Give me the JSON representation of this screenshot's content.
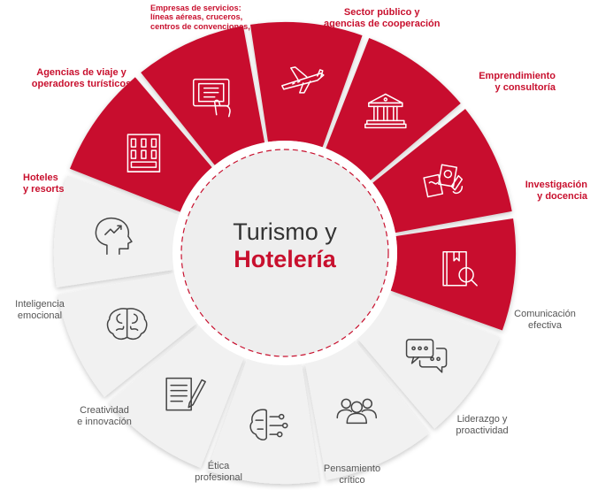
{
  "colors": {
    "accent": "#c8102e",
    "segment_light": "#f1f1f1",
    "text_dark": "#333333",
    "text_gray": "#555555"
  },
  "center": {
    "line1": "Turismo y",
    "line2": "Hotelería"
  },
  "segments": [
    {
      "id": "servicios",
      "tone": "red",
      "icon": "airplane-icon",
      "label": [
        "Empresas de servicios:",
        "líneas aéreas, cruceros,",
        "centros de convenciones, etc."
      ]
    },
    {
      "id": "sector-publico",
      "tone": "red",
      "icon": "government-building-icon",
      "label": [
        "Sector público y",
        "agencias de cooperación"
      ]
    },
    {
      "id": "emprendimiento",
      "tone": "red",
      "icon": "ideas-documents-icon",
      "label": [
        "Emprendimiento",
        "y consultoría"
      ]
    },
    {
      "id": "investigacion",
      "tone": "red",
      "icon": "book-magnifier-icon",
      "label": [
        "Investigación",
        "y docencia"
      ]
    },
    {
      "id": "comunicacion",
      "tone": "gray",
      "icon": "chat-bubbles-icon",
      "label": [
        "Comunicación",
        "efectiva"
      ]
    },
    {
      "id": "liderazgo",
      "tone": "gray",
      "icon": "team-people-icon",
      "label": [
        "Liderazgo y",
        "proactividad"
      ]
    },
    {
      "id": "pensamiento",
      "tone": "gray",
      "icon": "brain-circuit-icon",
      "label": [
        "Pensamiento",
        "crítico"
      ]
    },
    {
      "id": "etica",
      "tone": "gray",
      "icon": "document-pen-icon",
      "label": [
        "Ética",
        "profesional"
      ]
    },
    {
      "id": "creatividad",
      "tone": "gray",
      "icon": "brain-icon",
      "label": [
        "Creatividad",
        "e innovación"
      ]
    },
    {
      "id": "inteligencia",
      "tone": "gray",
      "icon": "head-mind-icon",
      "label": [
        "Inteligencia",
        "emocional"
      ]
    },
    {
      "id": "hoteles",
      "tone": "red",
      "icon": "hotel-building-icon",
      "label": [
        "Hoteles",
        "y resorts"
      ]
    },
    {
      "id": "agencias",
      "tone": "red",
      "icon": "tablet-touch-icon",
      "label": [
        "Agencias de viaje y",
        "operadores turísticos"
      ]
    }
  ]
}
